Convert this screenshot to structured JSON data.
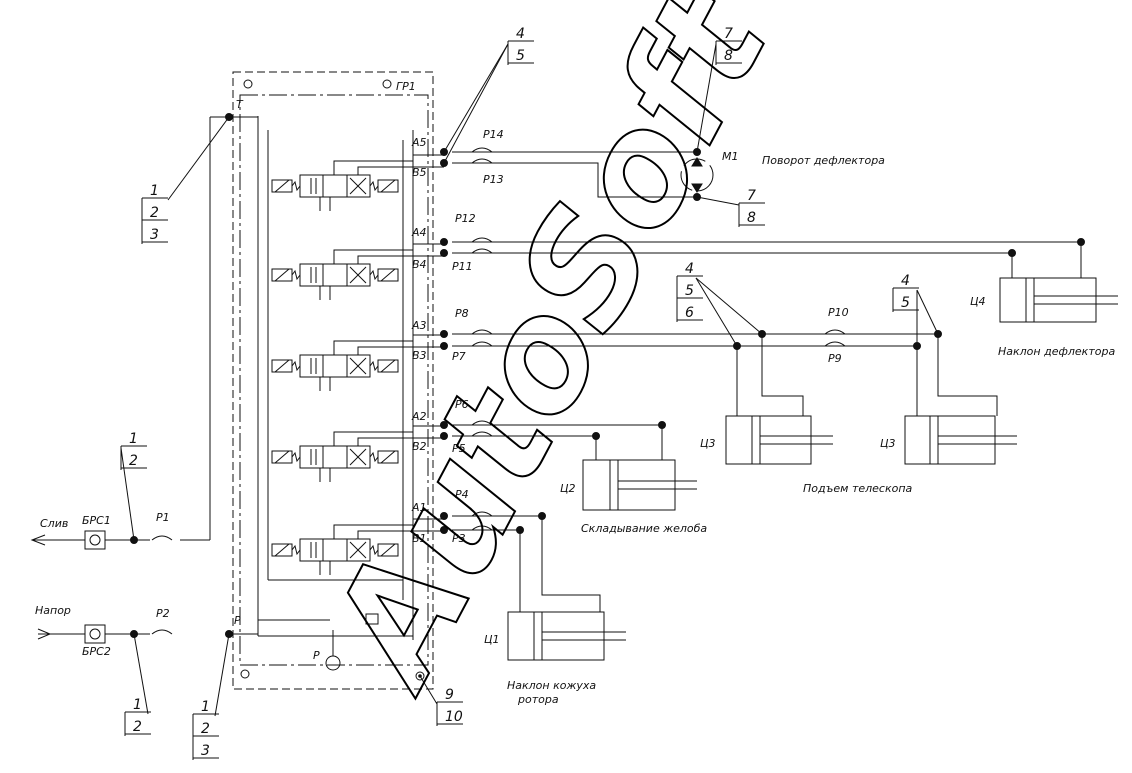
{
  "panel": {
    "label": "ГР1",
    "port_T": "T",
    "port_P": "P",
    "pump_label": "P"
  },
  "ports": [
    "A5",
    "B5",
    "A4",
    "B4",
    "A3",
    "B3",
    "A2",
    "B2",
    "A1",
    "B1"
  ],
  "hoses": [
    "P14",
    "P13",
    "P12",
    "P11",
    "P8",
    "P7",
    "P6",
    "P5",
    "P4",
    "P3",
    "P10",
    "P9",
    "P1",
    "P2"
  ],
  "actuators": {
    "motor": "M1",
    "c4": "Ц4",
    "c3a": "Ц3",
    "c3b": "Ц3",
    "c2": "Ц2",
    "c1": "Ц1"
  },
  "captions": {
    "rotate": "Поворот дефлектора",
    "tilt_def": "Наклон дефлектора",
    "telescope": "Подъем телескопа",
    "fold": "Складывание желоба",
    "tilt_rotor_1": "Наклон кожуха",
    "tilt_rotor_2": "ротора"
  },
  "lines": {
    "drain": "Слив",
    "pressure": "Напор",
    "brs1": "БРС1",
    "brs2": "БРС2"
  },
  "callouts": {
    "c45_top": [
      "4",
      "5"
    ],
    "c78_top": [
      "7",
      "8"
    ],
    "c78_mid": [
      "7",
      "8"
    ],
    "c456": [
      "4",
      "5",
      "6"
    ],
    "c45_right": [
      "4",
      "5"
    ],
    "c123_top": [
      "1",
      "2",
      "3"
    ],
    "c12_drain": [
      "1",
      "2"
    ],
    "c12_bottom": [
      "1",
      "2"
    ],
    "c123_bottom": [
      "1",
      "2",
      "3"
    ],
    "c910": [
      "9",
      "10"
    ]
  },
  "watermark": "AutoSoft"
}
